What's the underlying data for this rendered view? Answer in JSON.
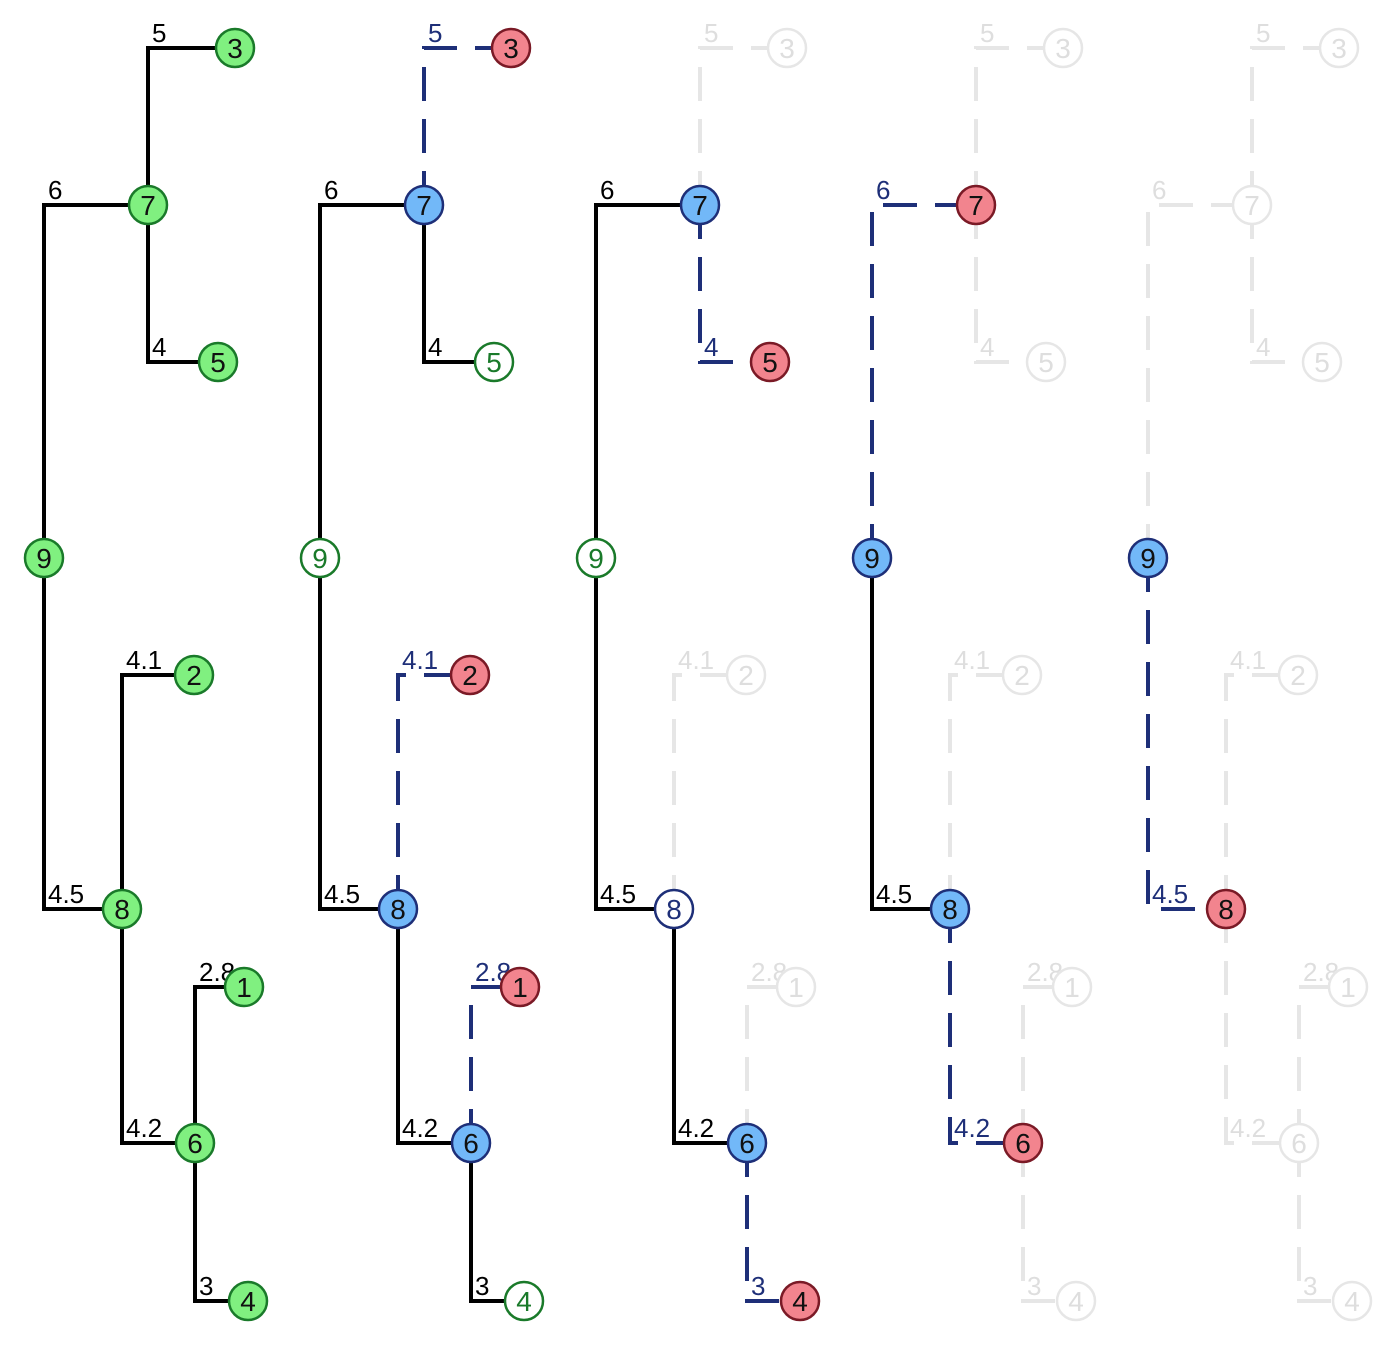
{
  "colors": {
    "line_black": "#000000",
    "line_blue": "#1e2f78",
    "line_faint": "#e6e6e6",
    "fill_green": "#80f080",
    "stroke_green": "#1a7a2a",
    "fill_blue": "#72b8f8",
    "stroke_blue": "#1e2f78",
    "fill_red": "#f2848e",
    "stroke_red": "#7a1a26",
    "fill_white": "#ffffff",
    "text_faint": "#dedede"
  },
  "tree": {
    "root": 9,
    "edges": [
      {
        "parent": 9,
        "child": 7,
        "weight": "6"
      },
      {
        "parent": 7,
        "child": 3,
        "weight": "5"
      },
      {
        "parent": 7,
        "child": 5,
        "weight": "4"
      },
      {
        "parent": 9,
        "child": 8,
        "weight": "4.5"
      },
      {
        "parent": 8,
        "child": 2,
        "weight": "4.1"
      },
      {
        "parent": 8,
        "child": 6,
        "weight": "4.2"
      },
      {
        "parent": 6,
        "child": 1,
        "weight": "2.8"
      },
      {
        "parent": 6,
        "child": 4,
        "weight": "3"
      }
    ]
  },
  "panels": [
    {
      "nodes": {
        "1": "green",
        "2": "green",
        "3": "green",
        "4": "green",
        "5": "green",
        "6": "green",
        "7": "green",
        "8": "green",
        "9": "green"
      },
      "edges": {
        "9-7": "solid",
        "7-3": "solid",
        "7-5": "solid",
        "9-8": "solid",
        "8-2": "solid",
        "8-6": "solid",
        "6-1": "solid",
        "6-4": "solid"
      }
    },
    {
      "nodes": {
        "1": "red",
        "2": "red",
        "3": "red",
        "4": "outline-green",
        "5": "outline-green",
        "6": "blue",
        "7": "blue",
        "8": "blue",
        "9": "outline-green"
      },
      "edges": {
        "9-7": "solid",
        "7-3": "dashed",
        "7-5": "solid",
        "9-8": "solid",
        "8-2": "dashed",
        "8-6": "solid",
        "6-1": "dashed",
        "6-4": "solid"
      }
    },
    {
      "nodes": {
        "1": "faint",
        "2": "faint",
        "3": "faint",
        "4": "red",
        "5": "red",
        "6": "blue",
        "7": "blue",
        "8": "outline-blue",
        "9": "outline-green"
      },
      "edges": {
        "9-7": "solid",
        "7-3": "faint",
        "7-5": "dashed",
        "9-8": "solid",
        "8-2": "faint",
        "8-6": "solid",
        "6-1": "faint",
        "6-4": "dashed"
      }
    },
    {
      "nodes": {
        "1": "faint",
        "2": "faint",
        "3": "faint",
        "4": "faint",
        "5": "faint",
        "6": "red",
        "7": "red",
        "8": "blue",
        "9": "blue"
      },
      "edges": {
        "9-7": "dashed",
        "7-3": "faint",
        "7-5": "faint",
        "9-8": "solid",
        "8-2": "faint",
        "8-6": "dashed",
        "6-1": "faint",
        "6-4": "faint"
      }
    },
    {
      "nodes": {
        "1": "faint",
        "2": "faint",
        "3": "faint",
        "4": "faint",
        "5": "faint",
        "6": "faint",
        "7": "faint",
        "8": "red",
        "9": "blue"
      },
      "edges": {
        "9-7": "faint",
        "7-3": "faint",
        "7-5": "faint",
        "9-8": "dashed",
        "8-2": "faint",
        "8-6": "faint",
        "6-1": "faint",
        "6-4": "faint"
      }
    }
  ]
}
